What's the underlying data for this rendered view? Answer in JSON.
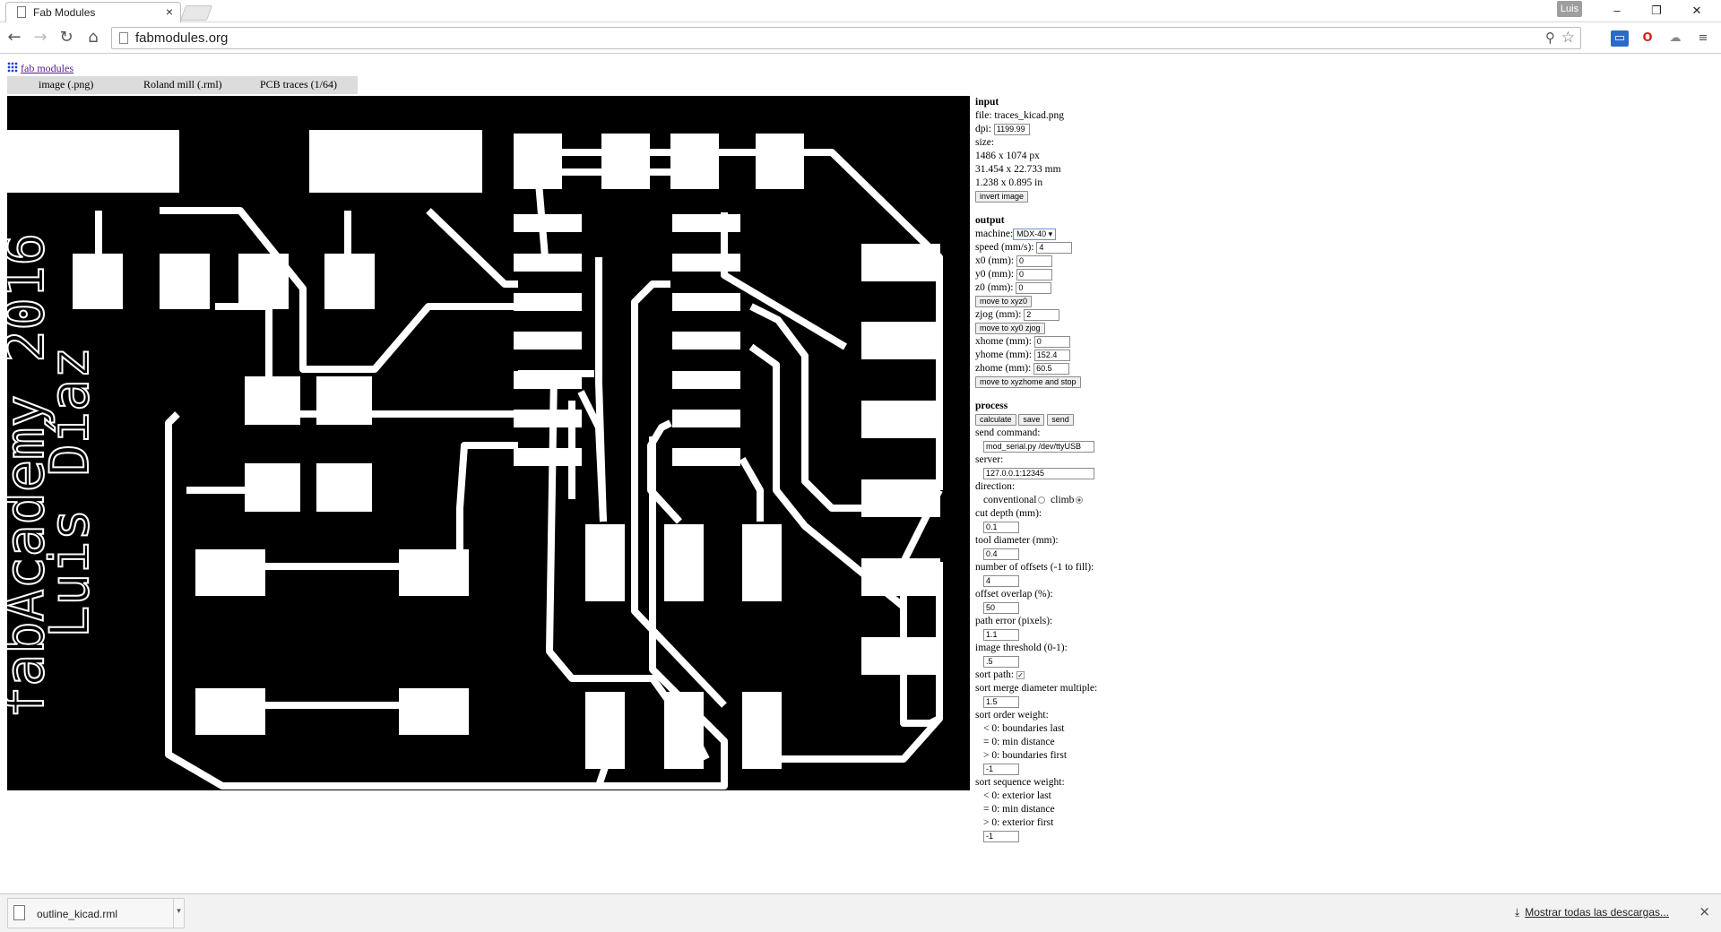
{
  "browser": {
    "tab_title": "Fab Modules",
    "url": "fabmodules.org",
    "profile": "Luis"
  },
  "page": {
    "logo_text": "fab modules",
    "menu": [
      "image (.png)",
      "Roland mill (.rml)",
      "PCB traces (1/64)"
    ],
    "board_text": [
      "fabAcademy 2016",
      "Luis Díaz"
    ]
  },
  "panel": {
    "input": {
      "title": "input",
      "file": "file: traces_kicad.png",
      "dpi_label": "dpi:",
      "dpi": "1199.99",
      "size_label": "size:",
      "size_px": "1486 x 1074 px",
      "size_mm": "31.454 x 22.733 mm",
      "size_in": "1.238 x 0.895 in",
      "invert": "invert image"
    },
    "output": {
      "title": "output",
      "machine_label": "machine:",
      "machine": "MDX-40 ▾",
      "speed_label": "speed (mm/s):",
      "speed": "4",
      "x0_label": "x0 (mm):",
      "x0": "0",
      "y0_label": "y0 (mm):",
      "y0": "0",
      "z0_label": "z0 (mm):",
      "z0": "0",
      "move_xyz0": "move to xyz0",
      "zjog_label": "zjog (mm):",
      "zjog": "2",
      "move_xy0_zjog": "move to xy0 zjog",
      "xhome_label": "xhome (mm):",
      "xhome": "0",
      "yhome_label": "yhome (mm):",
      "yhome": "152.4",
      "zhome_label": "zhome (mm):",
      "zhome": "60.5",
      "move_home": "move to xyzhome and stop"
    },
    "process": {
      "title": "process",
      "calculate": "calculate",
      "save": "save",
      "send": "send",
      "send_command_label": "send command:",
      "send_command": "mod_serial.py /dev/ttyUSB",
      "server_label": "server:",
      "server": "127.0.0.1:12345",
      "direction_label": "direction:",
      "conventional": "conventional",
      "climb": "climb",
      "cut_depth_label": "cut depth (mm):",
      "cut_depth": "0.1",
      "tool_diameter_label": "tool diameter (mm):",
      "tool_diameter": "0.4",
      "offsets_label": "number of offsets (-1 to fill):",
      "offsets": "4",
      "overlap_label": "offset overlap (%):",
      "overlap": "50",
      "path_error_label": "path error (pixels):",
      "path_error": "1.1",
      "threshold_label": "image threshold (0-1):",
      "threshold": ".5",
      "sort_path_label": "sort path:",
      "sort_merge_label": "sort merge diameter multiple:",
      "sort_merge": "1.5",
      "order_weight_label": "sort order weight:",
      "order_lt": "< 0: boundaries last",
      "order_eq": "= 0: min distance",
      "order_gt": "> 0: boundaries first",
      "order_weight": "-1",
      "seq_weight_label": "sort sequence weight:",
      "seq_lt": "< 0: exterior last",
      "seq_eq": "= 0: min distance",
      "seq_gt": "> 0: exterior first",
      "seq_weight": "-1"
    }
  },
  "shelf": {
    "file": "outline_kicad.rml",
    "show_all": "Mostrar todas las descargas..."
  }
}
